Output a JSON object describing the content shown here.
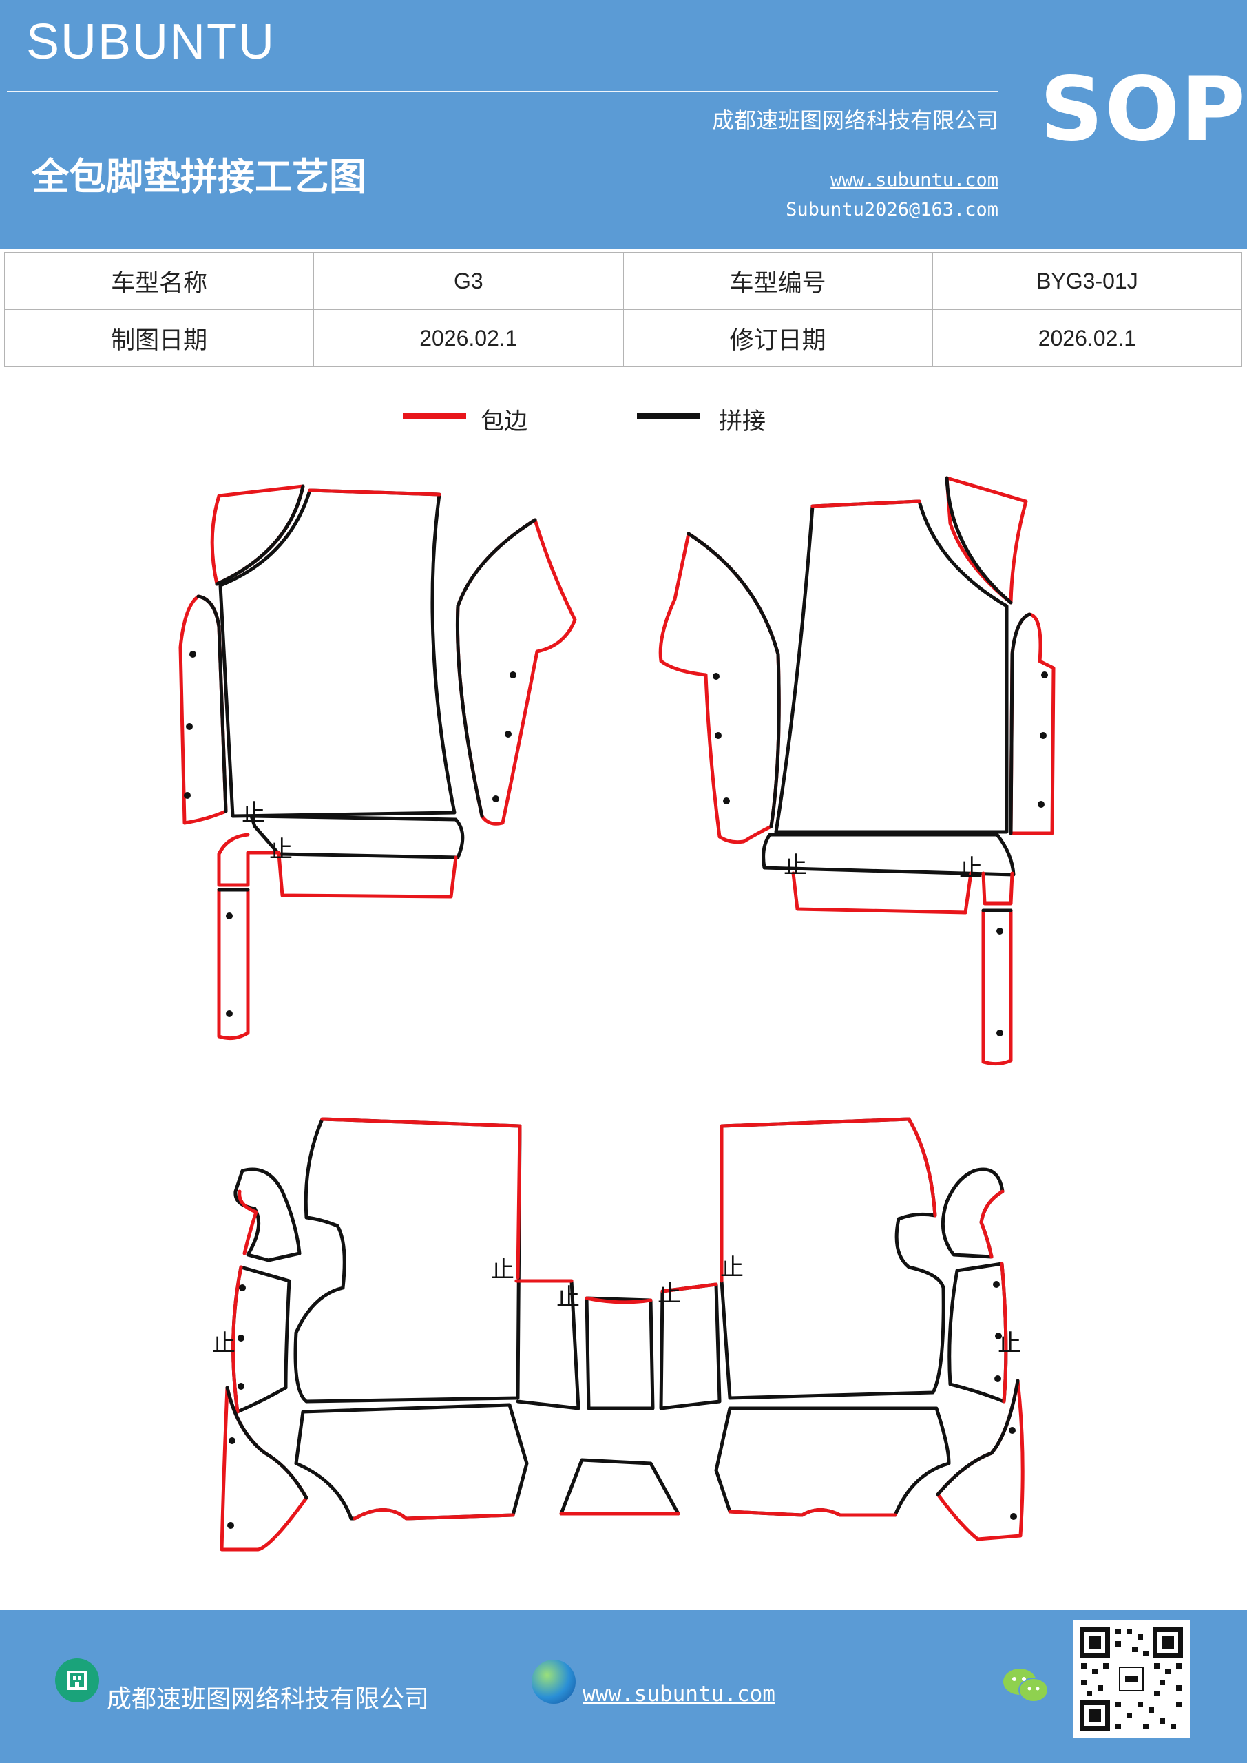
{
  "header": {
    "brand": "SUBUNTU",
    "company": "成都速班图网络科技有限公司",
    "title": "全包脚垫拼接工艺图",
    "website": "www.subuntu.com",
    "email": "Subuntu2026@163.com",
    "sop_label": "SOP"
  },
  "info_table": {
    "rows": [
      {
        "label1": "车型名称",
        "value1": "G3",
        "label2": "车型编号",
        "value2": "BYG3-01J"
      },
      {
        "label1": "制图日期",
        "value1": "2026.02.1",
        "label2": "修订日期",
        "value2": "2026.02.1"
      }
    ]
  },
  "legend": {
    "items": [
      {
        "label": "包边",
        "color": "#e8161b"
      },
      {
        "label": "拼接",
        "color": "#111111"
      }
    ]
  },
  "drawing": {
    "stop_mark": "止",
    "edge_color": "#e8161b",
    "seam_color": "#111111"
  },
  "footer": {
    "company": "成都速班图网络科技有限公司",
    "website": "www.subuntu.com",
    "icons": [
      "building-icon",
      "globe-icon",
      "wechat-icon",
      "qr-code"
    ]
  }
}
